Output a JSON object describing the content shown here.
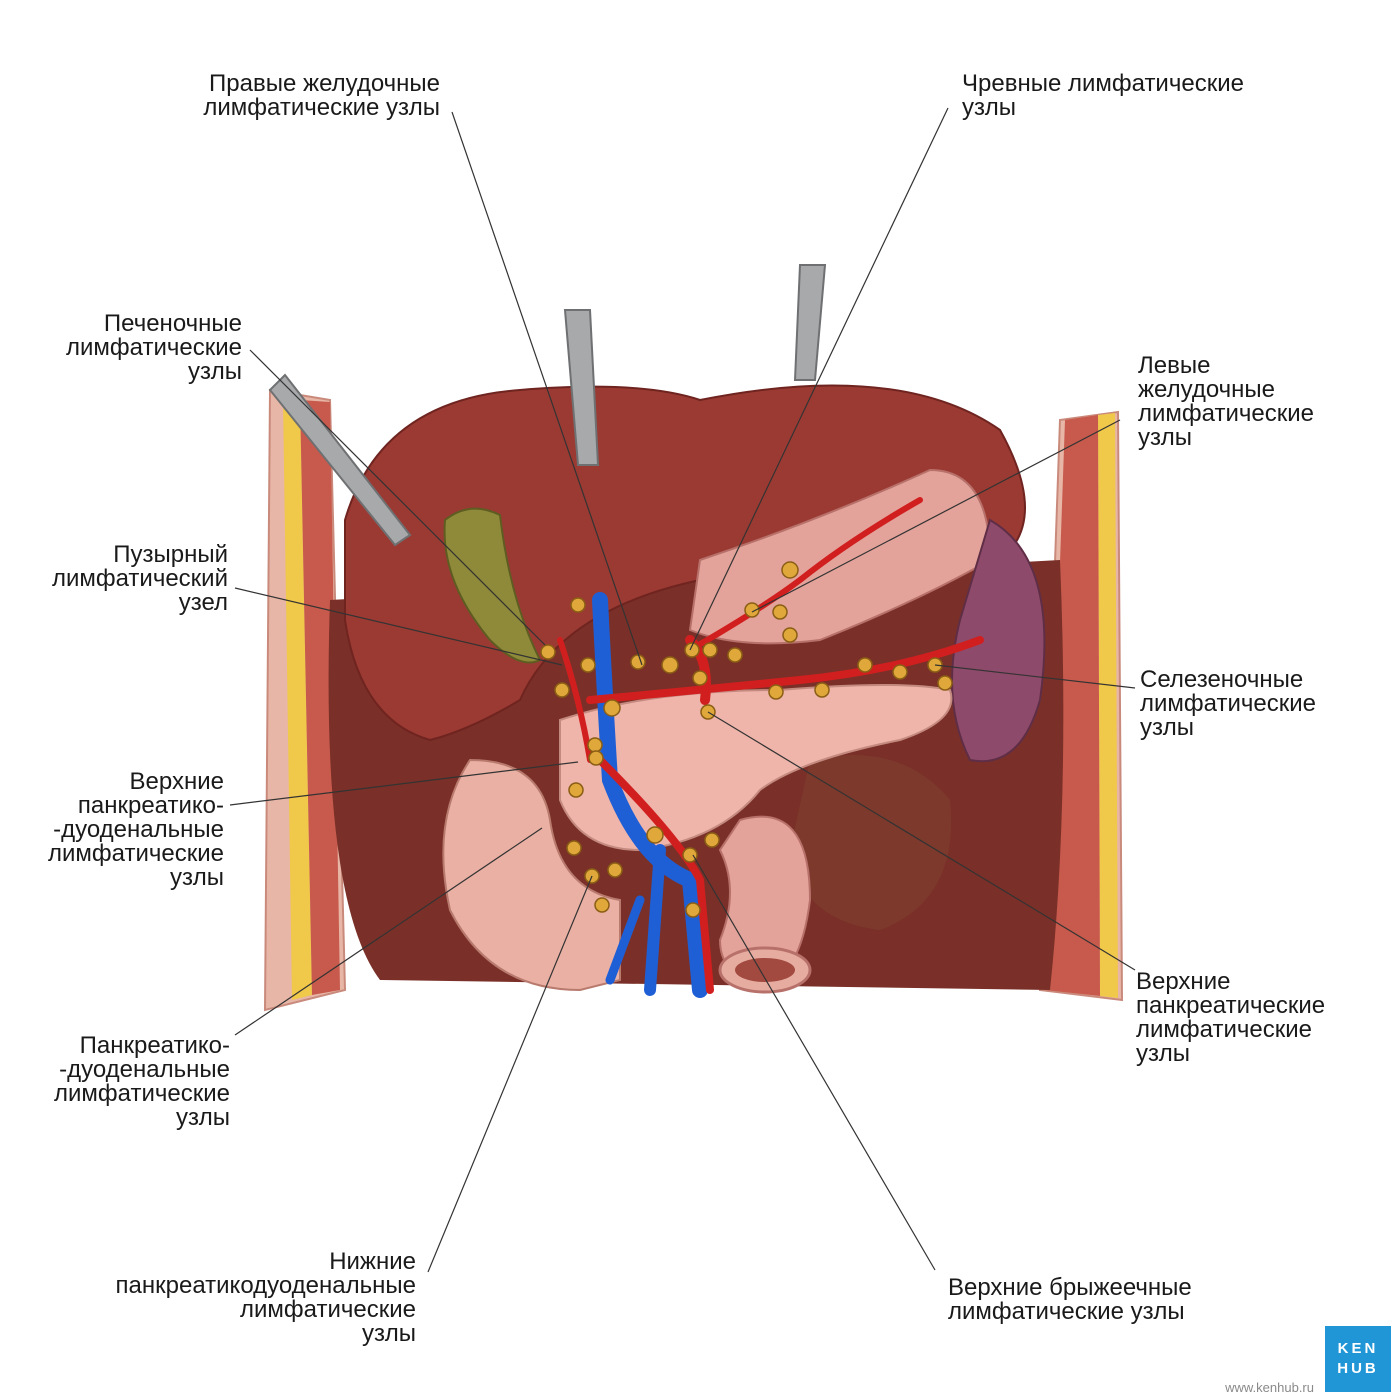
{
  "labels": {
    "right_gastric": [
      "Правые желудочные",
      "лимфатические узлы"
    ],
    "celiac": [
      "Чревные лимфатические",
      "узлы"
    ],
    "hepatic": [
      "Печеночные",
      "лимфатические",
      "узлы"
    ],
    "left_gastric": [
      "Левые",
      "желудочные",
      "лимфатические",
      "узлы"
    ],
    "cystic": [
      "Пузырный",
      "лимфатический",
      "узел"
    ],
    "splenic": [
      "Селезеночные",
      "лимфатические",
      "узлы"
    ],
    "sup_pancreaticoduodenal": [
      "Верхние",
      "панкреатико-",
      "-дуоденальные",
      "лимфатические",
      "узлы"
    ],
    "sup_pancreatic": [
      "Верхние",
      "панкреатические",
      "лимфатические",
      "узлы"
    ],
    "pancreaticoduodenal": [
      "Панкреатико-",
      "-дуоденальные",
      "лимфатические",
      "узлы"
    ],
    "inf_pancreaticoduodenal": [
      "Нижние",
      "панкреатикодуоденальные",
      "лимфатические",
      "узлы"
    ],
    "sup_mesenteric": [
      "Верхние брыжеечные",
      "лимфатические узлы"
    ]
  },
  "logo": {
    "line1": "KEN",
    "line2": "HUB"
  },
  "website": "www.kenhub.ru",
  "colors": {
    "liver": "#9b3a33",
    "artery": "#d11f1f",
    "vein": "#1f5fd6",
    "lymph_node": "#e0a83a",
    "pancreas": "#efb4aa",
    "spleen": "#8e4a6a",
    "brand": "#2196d6"
  }
}
